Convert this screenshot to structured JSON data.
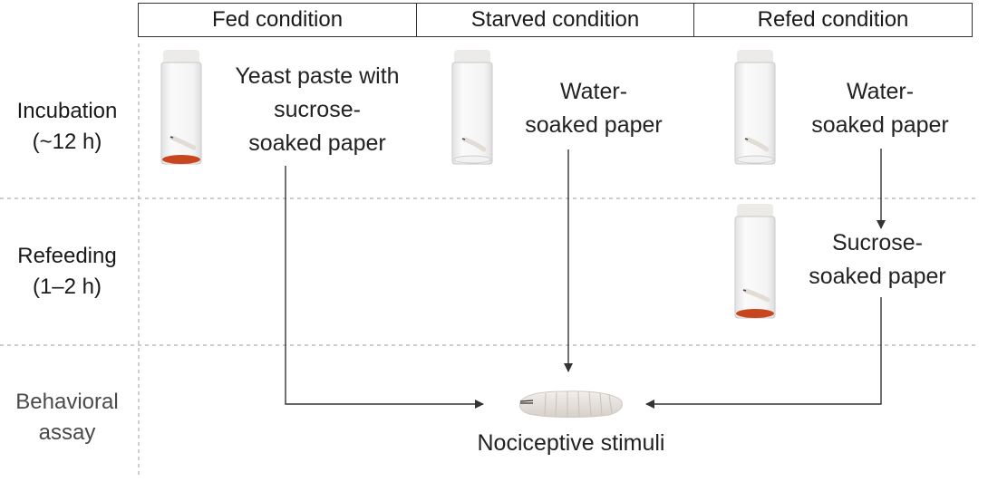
{
  "columns": [
    "Fed condition",
    "Starved condition",
    "Refed condition"
  ],
  "rows": [
    {
      "label": [
        "Incubation",
        "(~12 h)"
      ]
    },
    {
      "label": [
        "Refeeding",
        "(1–2 h)"
      ]
    },
    {
      "label": [
        "Behavioral",
        "assay"
      ]
    }
  ],
  "cells": {
    "fed_incubation": [
      "Yeast paste with",
      "sucrose-",
      "soaked paper"
    ],
    "starved_incubation": [
      "Water-",
      "soaked paper"
    ],
    "refed_incubation": [
      "Water-",
      "soaked paper"
    ],
    "refed_refeeding": [
      "Sucrose-",
      "soaked paper"
    ]
  },
  "assay_label": "Nociceptive stimuli",
  "colors": {
    "food": "#c8461e",
    "vial_glass": "#f3f3f3",
    "vial_cap": "#ececea",
    "larva": "#e6e1dc",
    "line": "#333333",
    "dashed": "#bdbdbd"
  }
}
